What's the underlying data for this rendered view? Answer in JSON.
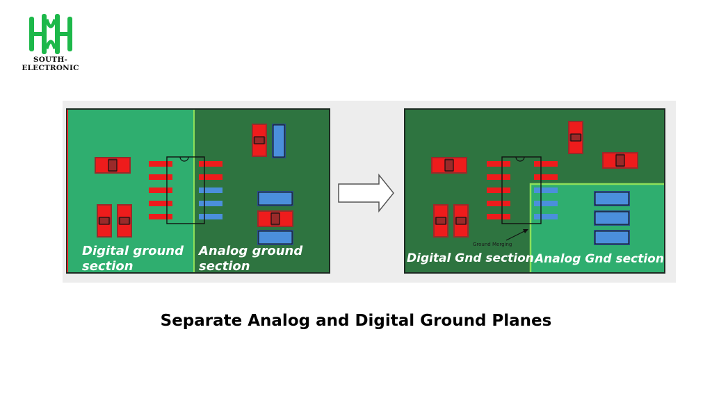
{
  "logo": {
    "text": "SOUTH-ELECTRONIC"
  },
  "colors": {
    "digital_plane": "#2fae6f",
    "analog_plane": "#2e7440",
    "pad_red": "#ee1c1c",
    "pad_blue": "#4b8fdc",
    "boundary": "#8ee05a"
  },
  "left_diagram": {
    "digital_label_1": "Digital ground",
    "digital_label_2": "section",
    "analog_label_1": "Analog ground",
    "analog_label_2": "section"
  },
  "right_diagram": {
    "digital_label": "Digital Gnd section",
    "analog_label": "Analog Gnd section",
    "merge_label": "Ground Merging"
  },
  "caption": "Separate Analog and Digital Ground Planes"
}
